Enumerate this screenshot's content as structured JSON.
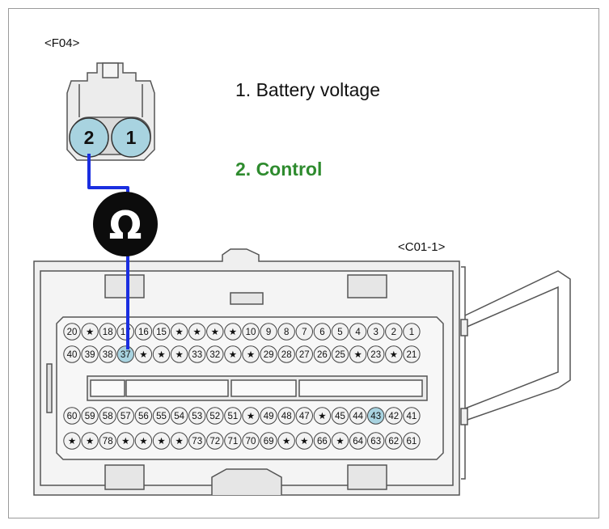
{
  "f04": {
    "label": "<F04>",
    "pins": [
      "2",
      "1"
    ]
  },
  "c01": {
    "label": "<C01-1>"
  },
  "legend": [
    {
      "text": "1. Battery voltage",
      "color": "#111111"
    },
    {
      "text": "2. Control",
      "color": "#2e8b2e"
    }
  ],
  "meter": {
    "symbol": "Ω"
  },
  "wire_color": "#1a2ee0",
  "pin_fill": "#a8d3e0",
  "pin_rows": [
    [
      "20",
      "★",
      "18",
      "17",
      "16",
      "15",
      "★",
      "★",
      "★",
      "★",
      "10",
      "9",
      "8",
      "7",
      "6",
      "5",
      "4",
      "3",
      "2",
      "1"
    ],
    [
      "40",
      "39",
      "38",
      "37",
      "★",
      "★",
      "★",
      "33",
      "32",
      "★",
      "★",
      "29",
      "28",
      "27",
      "26",
      "25",
      "★",
      "23",
      "★",
      "21"
    ],
    [
      "60",
      "59",
      "58",
      "57",
      "56",
      "55",
      "54",
      "53",
      "52",
      "51",
      "★",
      "49",
      "48",
      "47",
      "★",
      "45",
      "44",
      "43",
      "42",
      "41"
    ],
    [
      "★",
      "★",
      "78",
      "★",
      "★",
      "★",
      "★",
      "73",
      "72",
      "71",
      "70",
      "69",
      "★",
      "★",
      "66",
      "★",
      "64",
      "63",
      "62",
      "61"
    ]
  ],
  "highlight_pins": [
    "37",
    "43"
  ]
}
